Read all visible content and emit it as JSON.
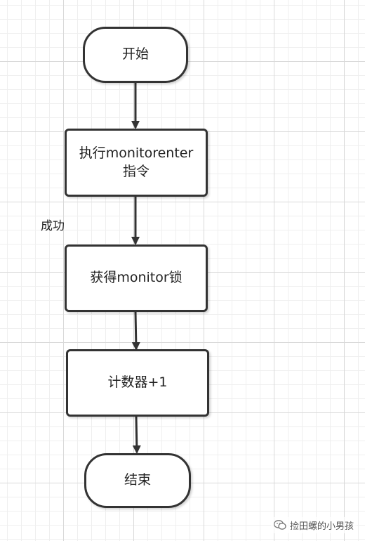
{
  "nodes": {
    "start": "开始",
    "exec_line1": "执行monitorenter",
    "exec_line2": "指令",
    "acquire": "获得monitor锁",
    "counter": "计数器+1",
    "end": "结束"
  },
  "edges": {
    "success_label": "成功"
  },
  "watermark": {
    "text": "捡田螺的小男孩"
  },
  "colors": {
    "stroke": "#333333",
    "grid": "#d9d9d9"
  }
}
